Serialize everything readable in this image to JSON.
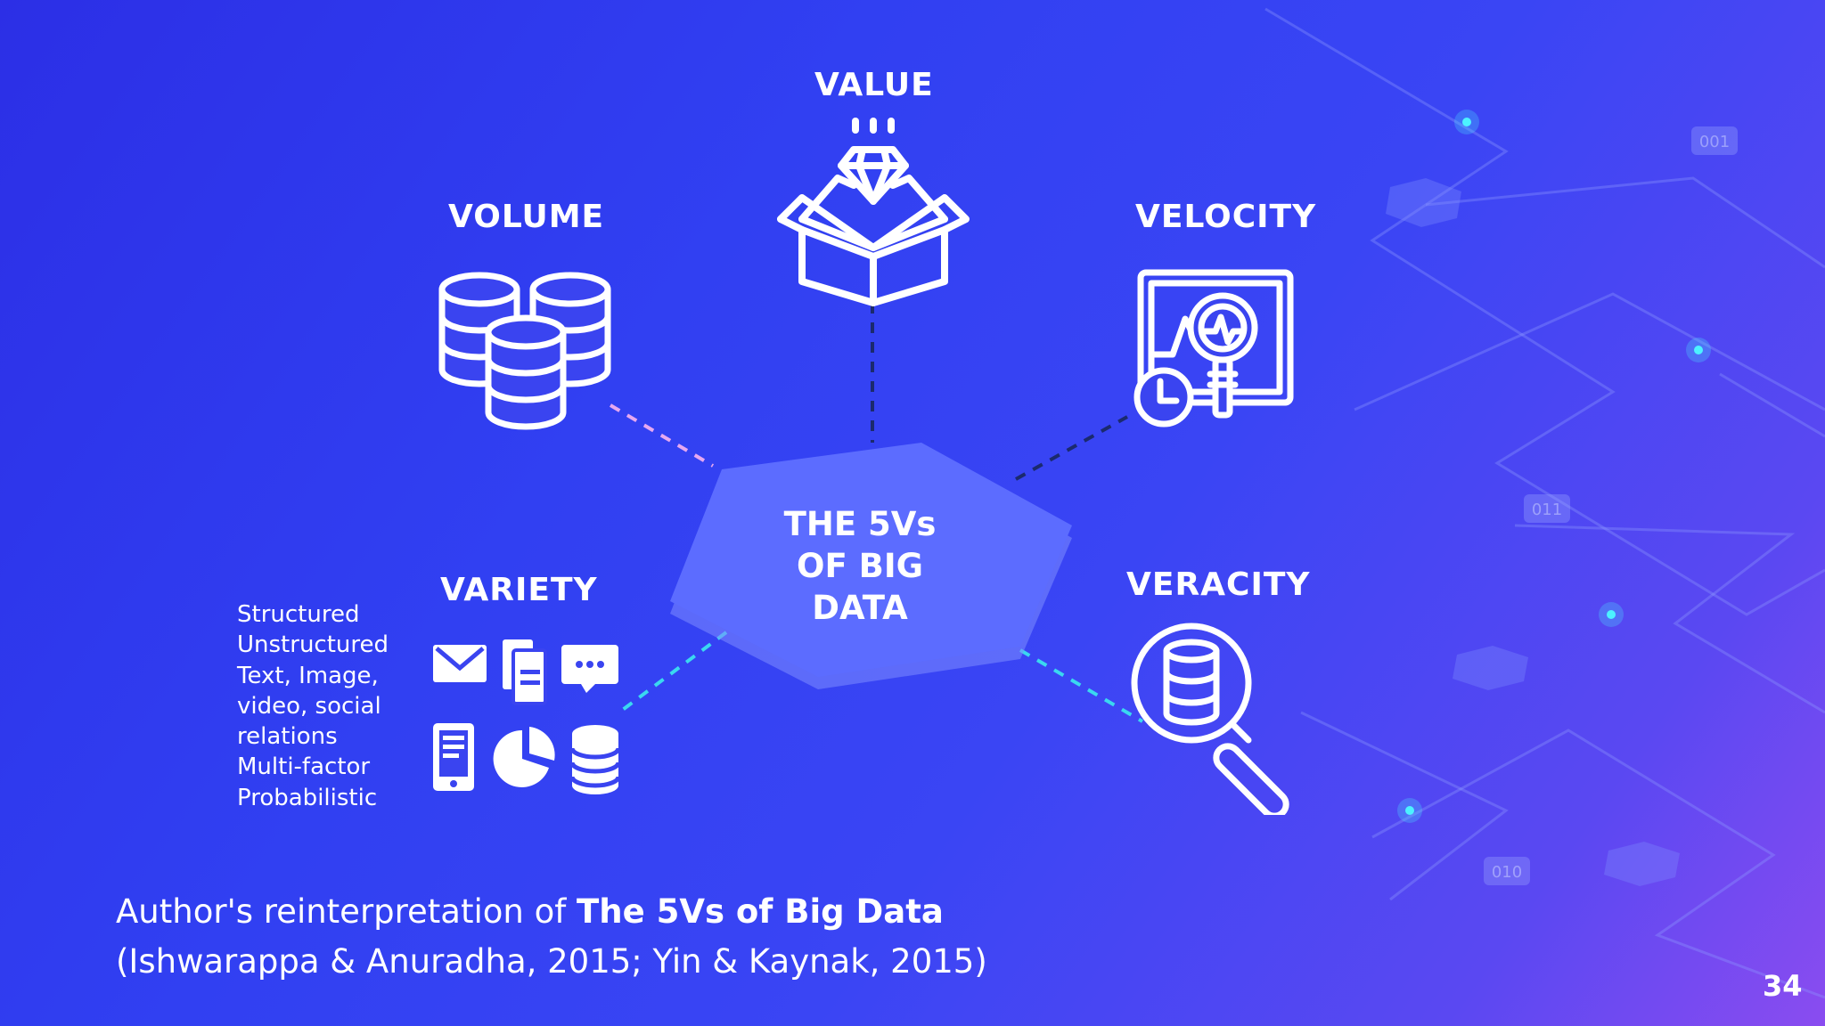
{
  "diagram": {
    "hub": {
      "lines": [
        "THE 5Vs",
        "OF BIG",
        "DATA"
      ]
    },
    "nodes": {
      "value": "VALUE",
      "volume": "VOLUME",
      "velocity": "VELOCITY",
      "variety": "VARIETY",
      "veracity": "VERACITY"
    },
    "variety_items": [
      "Structured",
      "Unstructured",
      "Text, Image,",
      "video, social",
      "relations",
      "Multi-factor",
      "Probabilistic"
    ],
    "binary_tags": [
      "001",
      "011",
      "010"
    ]
  },
  "caption": {
    "prefix": "Author's reinterpretation of ",
    "bold": "The 5Vs of Big Data",
    "citation": "(Ishwarappa & Anuradha, 2015; Yin & Kaynak, 2015)"
  },
  "page_number": "34",
  "colors": {
    "background_start": "#2c2fe6",
    "background_end": "#8a4cf0",
    "volume_link": "#e6a8f0",
    "variety_link": "#3ad8f0",
    "dark_link": "#1b2a6e"
  }
}
